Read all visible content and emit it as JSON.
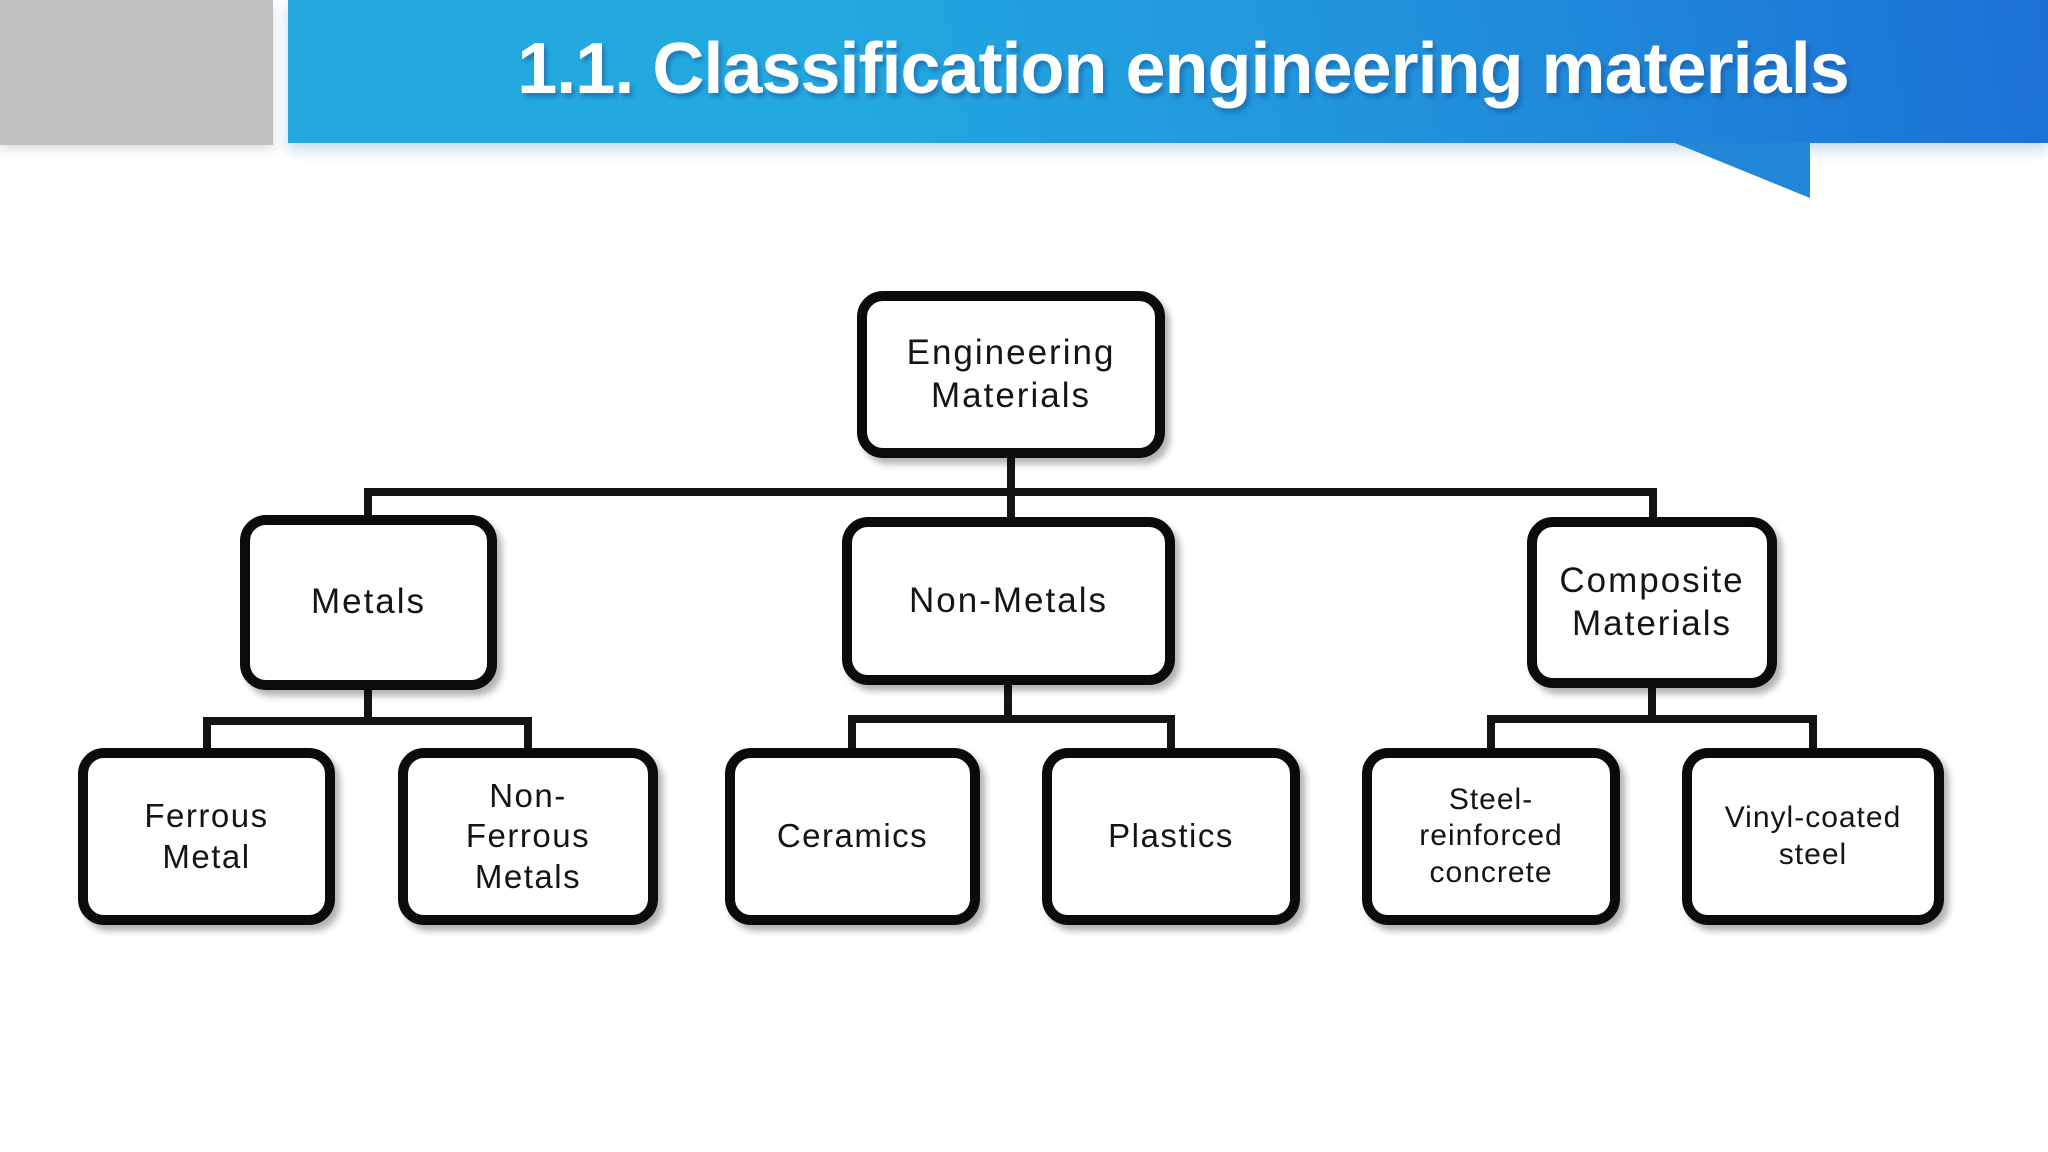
{
  "header": {
    "title": "1.1. Classification engineering materials"
  },
  "theme": {
    "banner_blue_left": "#23A9E0",
    "banner_blue_right": "#1B70D5",
    "banner_tail_blue": "#2187D9",
    "gray_block": "#BFBFBF",
    "title_text": "#FFFFFF",
    "node_border": "#0B0B0B",
    "node_fill": "#FFFFFF",
    "connector": "#141414"
  },
  "diagram": {
    "nodes": {
      "root": {
        "label": "Engineering\nMaterials",
        "children": [
          "metals",
          "non_metals",
          "composite_materials"
        ]
      },
      "metals": {
        "label": "Metals",
        "children": [
          "ferrous_metal",
          "non_ferrous_metals"
        ]
      },
      "non_metals": {
        "label": "Non-Metals",
        "children": [
          "ceramics",
          "plastics"
        ]
      },
      "composite_materials": {
        "label": "Composite\nMaterials",
        "children": [
          "steel_reinforced_concrete",
          "vinyl_coated_steel"
        ]
      },
      "ferrous_metal": {
        "label": "Ferrous\nMetal",
        "children": []
      },
      "non_ferrous_metals": {
        "label": "Non-\nFerrous\nMetals",
        "children": []
      },
      "ceramics": {
        "label": "Ceramics",
        "children": []
      },
      "plastics": {
        "label": "Plastics",
        "children": []
      },
      "steel_reinforced_concrete": {
        "label": "Steel-\nreinforced\nconcrete",
        "children": []
      },
      "vinyl_coated_steel": {
        "label": "Vinyl-coated\nsteel",
        "children": []
      }
    }
  }
}
